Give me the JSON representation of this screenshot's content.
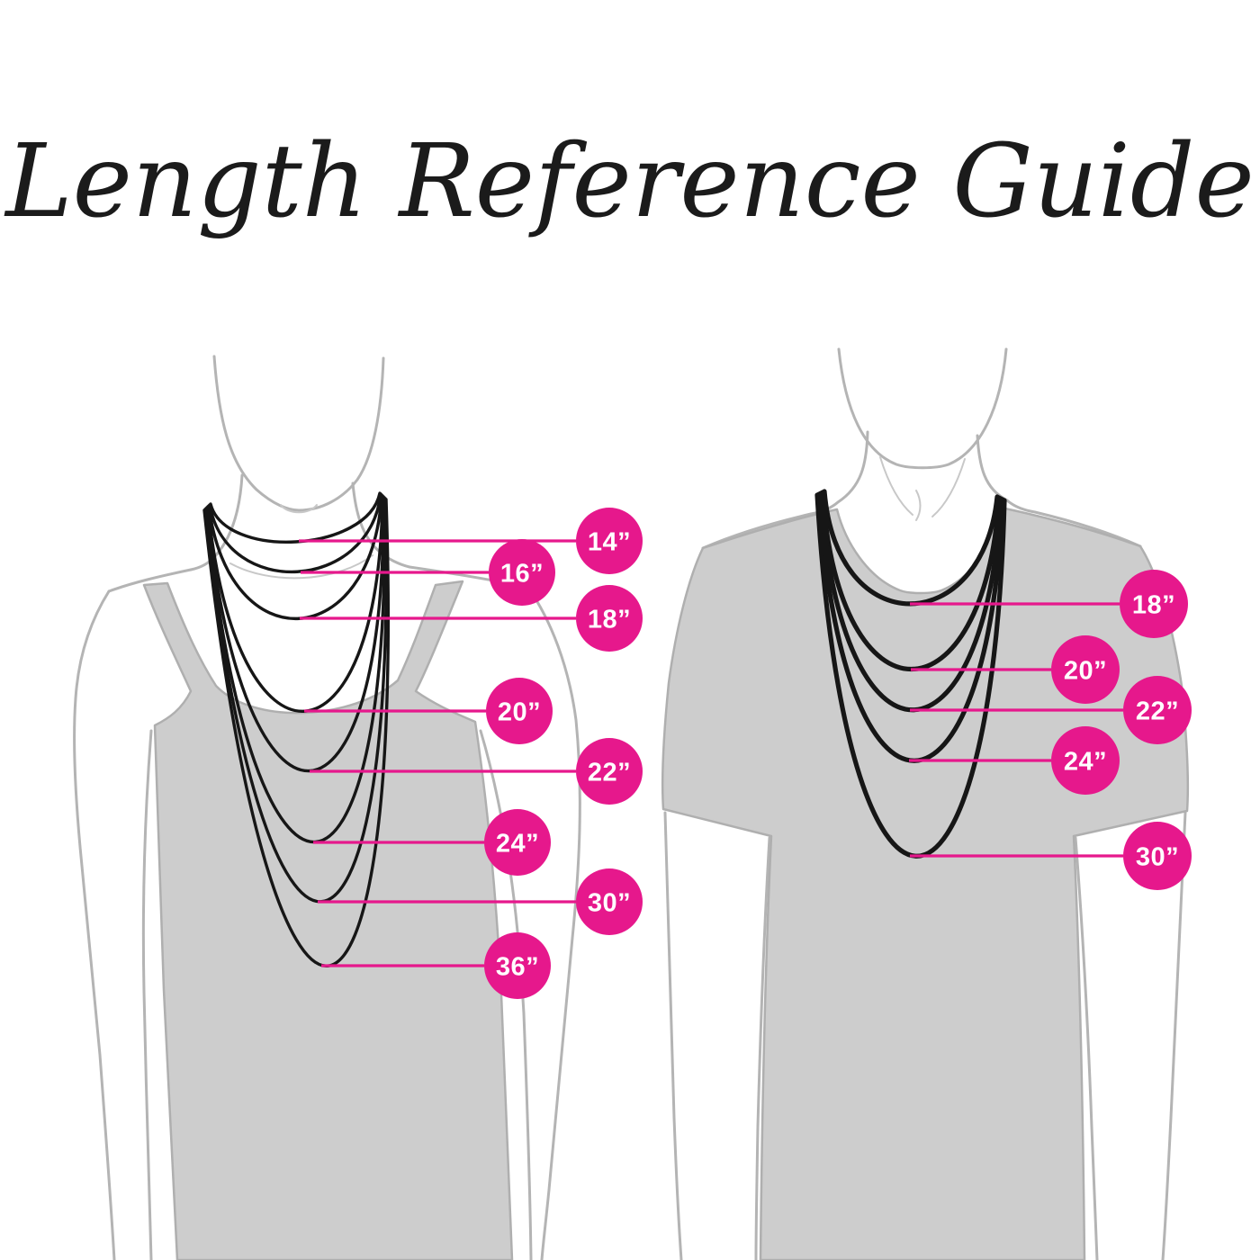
{
  "title": "Length Reference Guide",
  "colors": {
    "accent": "#E6188C",
    "figure_fill": "#CDCDCD",
    "figure_outline": "#B4B4B4",
    "necklace": "#161616",
    "badge_text": "#FFFFFF"
  },
  "figures": [
    {
      "id": "female",
      "lengths": [
        "14”",
        "16”",
        "18”",
        "20”",
        "22”",
        "24”",
        "30”",
        "36”"
      ]
    },
    {
      "id": "male",
      "lengths": [
        "18”",
        "20”",
        "22”",
        "24”",
        "30”"
      ]
    }
  ]
}
